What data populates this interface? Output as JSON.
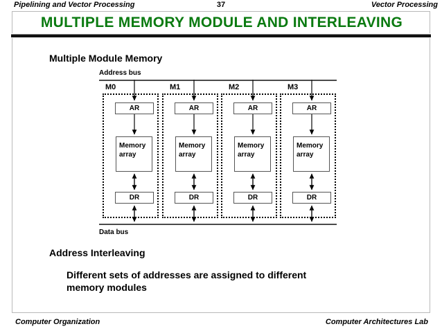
{
  "header": {
    "left_title": "Pipelining and Vector Processing",
    "page_number": "37",
    "right_title": "Vector Processing"
  },
  "slide": {
    "title": "MULTIPLE  MEMORY  MODULE  AND INTERLEAVING",
    "title_color": "#0a7a10"
  },
  "sections": [
    {
      "heading": "Multiple Module Memory"
    },
    {
      "heading": "Address Interleaving"
    }
  ],
  "body": {
    "interleaving_text": "Different sets of addresses are assigned to different memory modules"
  },
  "diagram": {
    "address_bus_label": "Address bus",
    "data_bus_label": "Data bus",
    "modules": [
      {
        "tag": "M0",
        "ar": "AR",
        "memory_line1": "Memory",
        "memory_line2": "array",
        "dr": "DR"
      },
      {
        "tag": "M1",
        "ar": "AR",
        "memory_line1": "Memory",
        "memory_line2": "array",
        "dr": "DR"
      },
      {
        "tag": "M2",
        "ar": "AR",
        "memory_line1": "Memory",
        "memory_line2": "array",
        "dr": "DR"
      },
      {
        "tag": "M3",
        "ar": "AR",
        "memory_line1": "Memory",
        "memory_line2": "array",
        "dr": "DR"
      }
    ]
  },
  "footer": {
    "left": "Computer Organization",
    "right": "Computer Architectures Lab"
  }
}
